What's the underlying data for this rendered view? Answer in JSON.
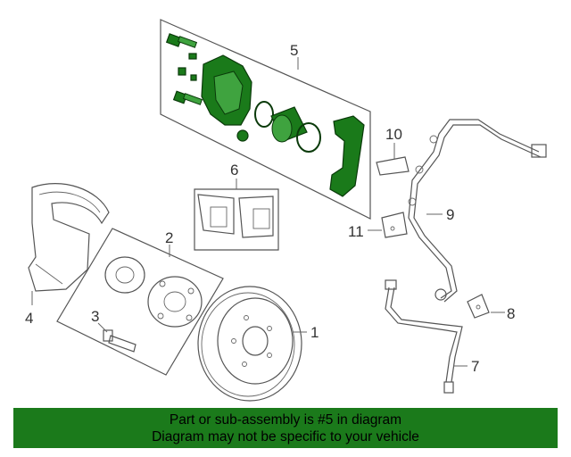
{
  "labels": {
    "l1": "1",
    "l2": "2",
    "l3": "3",
    "l4": "4",
    "l5": "5",
    "l6": "6",
    "l7": "7",
    "l8": "8",
    "l9": "9",
    "l10": "10",
    "l11": "11"
  },
  "banner": {
    "line1": "Part or sub-assembly is #5 in diagram",
    "line2": "Diagram may not be specific to your vehicle"
  },
  "colors": {
    "highlight": "#1a7a1a",
    "banner_bg": "#1b7a1b"
  }
}
